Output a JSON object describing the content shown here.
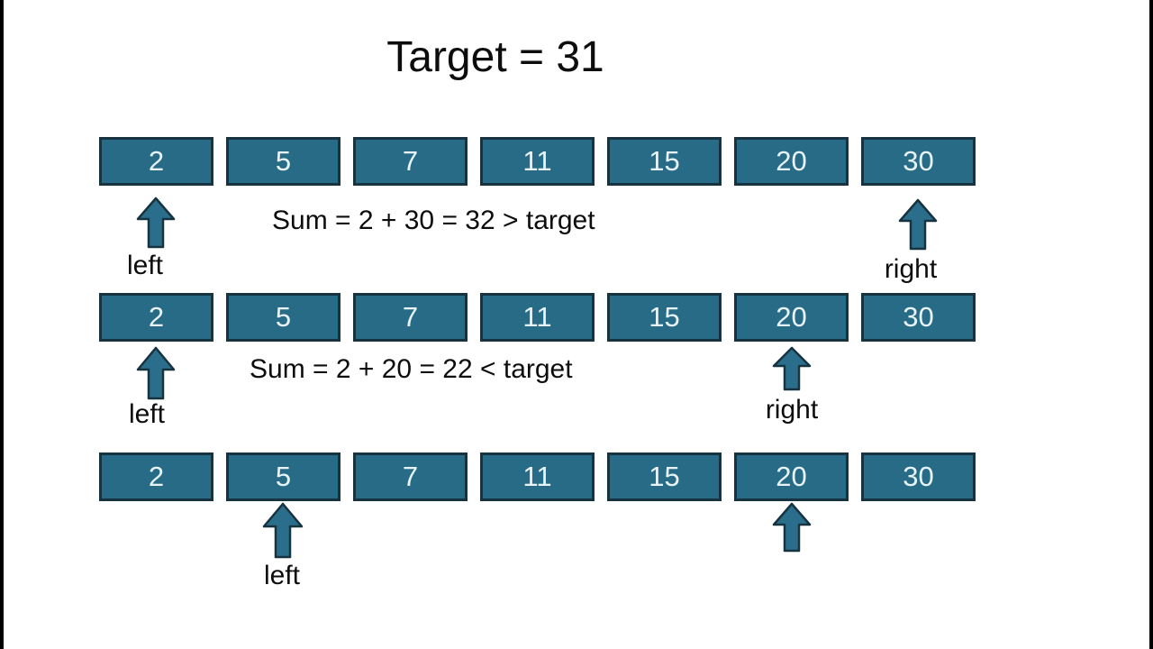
{
  "title": "Target = 31",
  "array_values": [
    "2",
    "5",
    "7",
    "11",
    "15",
    "20",
    "30"
  ],
  "colors": {
    "background": "#ffffff",
    "edge_bar": "#000000",
    "box_fill": "#276b87",
    "box_border": "#16333f",
    "box_text": "#e8f3f7",
    "arrow_fill": "#2a6e8c",
    "arrow_stroke": "#16333f",
    "text": "#0d0d0d"
  },
  "rows": [
    {
      "step": "step-1",
      "sum_label": "Sum = 2 + 30 = 32 > target",
      "pointers": [
        {
          "label": "left",
          "index": 0,
          "points_to_value": "2"
        },
        {
          "label": "right",
          "index": 6,
          "points_to_value": "30"
        }
      ]
    },
    {
      "step": "step-2",
      "sum_label": "Sum = 2 + 20 = 22 < target",
      "pointers": [
        {
          "label": "left",
          "index": 0,
          "points_to_value": "2"
        },
        {
          "label": "right",
          "index": 5,
          "points_to_value": "20"
        }
      ]
    },
    {
      "step": "step-3",
      "sum_label": "",
      "pointers": [
        {
          "label": "left",
          "index": 1,
          "points_to_value": "5"
        },
        {
          "label": "",
          "index": 5,
          "points_to_value": "20"
        }
      ]
    }
  ]
}
